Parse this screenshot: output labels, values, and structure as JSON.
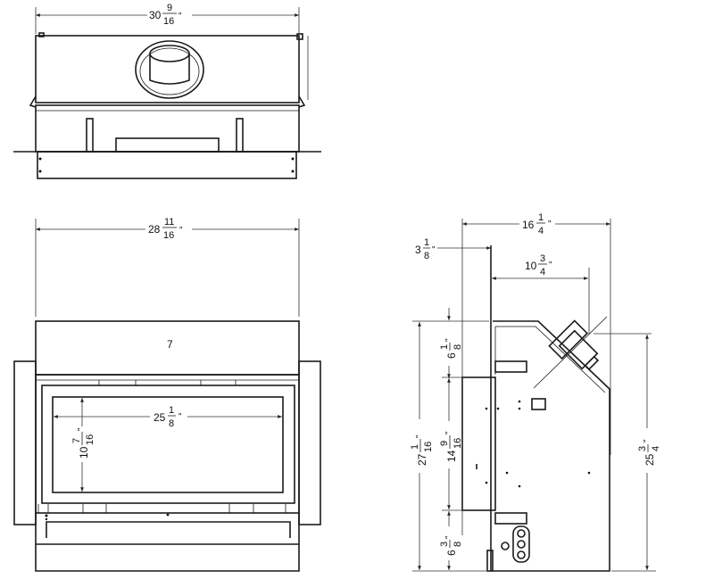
{
  "top_view": {
    "width_dim": {
      "whole": "30",
      "num": "9",
      "den": "16",
      "unit": "\""
    }
  },
  "front_view": {
    "width_dim": {
      "whole": "28",
      "num": "11",
      "den": "16",
      "unit": "\""
    },
    "panel_label": "7",
    "glass_width_dim": {
      "whole": "25",
      "num": "1",
      "den": "8",
      "unit": "\""
    },
    "glass_height_dim": {
      "whole": "10",
      "num": "7",
      "den": "16",
      "unit": "\""
    }
  },
  "side_view": {
    "depth_dim": {
      "whole": "16",
      "num": "1",
      "den": "4",
      "unit": "\""
    },
    "front_offset_dim": {
      "whole": "3",
      "num": "1",
      "den": "8",
      "unit": "\""
    },
    "flue_offset_dim": {
      "whole": "10",
      "num": "3",
      "den": "4",
      "unit": "\""
    },
    "top_offset_dim": {
      "whole": "6",
      "num": "1",
      "den": "8",
      "unit": "\""
    },
    "overall_height_dim": {
      "whole": "27",
      "num": "1",
      "den": "16",
      "unit": "\""
    },
    "opening_height_dim": {
      "whole": "14",
      "num": "9",
      "den": "16",
      "unit": "\""
    },
    "bottom_offset_dim": {
      "whole": "6",
      "num": "3",
      "den": "8",
      "unit": "\""
    },
    "flue_height_dim": {
      "whole": "25",
      "num": "3",
      "den": "4",
      "unit": "\""
    }
  }
}
